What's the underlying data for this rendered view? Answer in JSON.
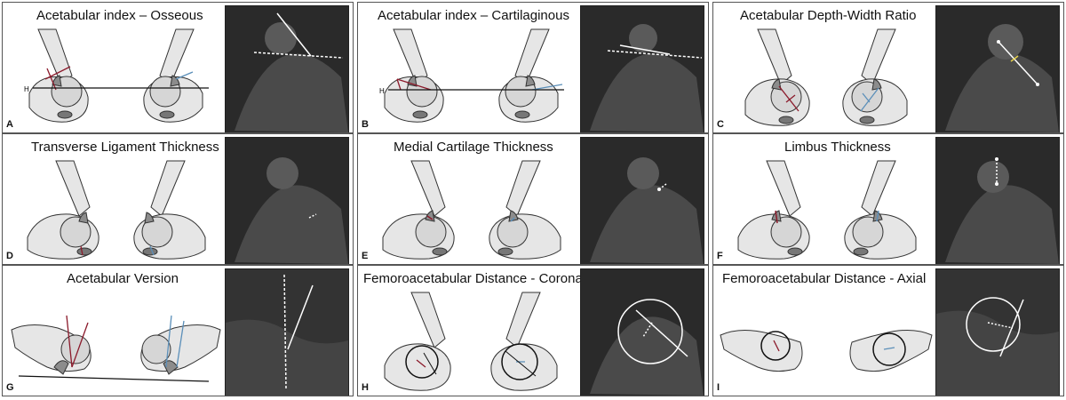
{
  "panels": [
    {
      "id": "A",
      "letter": "A",
      "title": "Acetabular index – Osseous",
      "axis_label": "H"
    },
    {
      "id": "B",
      "letter": "B",
      "title": "Acetabular index – Cartilaginous",
      "axis_label": "H"
    },
    {
      "id": "C",
      "letter": "C",
      "title": "Acetabular Depth-Width Ratio"
    },
    {
      "id": "D",
      "letter": "D",
      "title": "Transverse Ligament Thickness"
    },
    {
      "id": "E",
      "letter": "E",
      "title": "Medial Cartilage Thickness"
    },
    {
      "id": "F",
      "letter": "F",
      "title": "Limbus Thickness"
    },
    {
      "id": "G",
      "letter": "G",
      "title": "Acetabular Version"
    },
    {
      "id": "H",
      "letter": "H",
      "title": "Femoroacetabular Distance - Coronal"
    },
    {
      "id": "I",
      "letter": "I",
      "title": "Femoroacetabular Distance - Axial"
    }
  ],
  "colors": {
    "left_marker": "#8b1a2b",
    "right_marker": "#5b8fb9",
    "bone_fill": "#e6e6e6",
    "cartilage_fill": "#8c8c8c",
    "outline": "#333333",
    "mri_line": "#ffffff"
  }
}
